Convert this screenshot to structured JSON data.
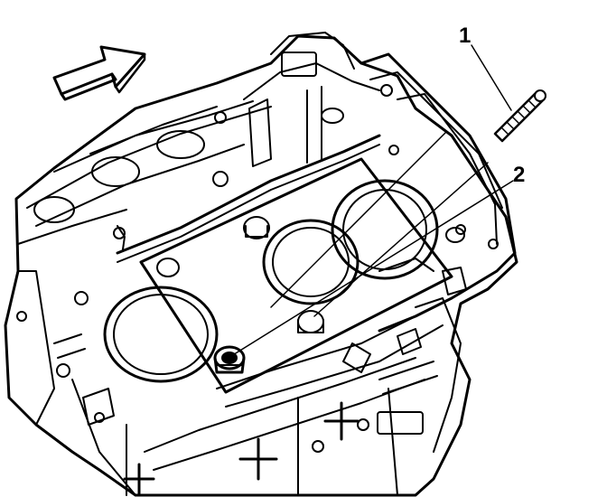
{
  "figure": {
    "callouts": [
      {
        "label": "1",
        "part": "dowel-pin-guide-tool"
      },
      {
        "label": "2",
        "part": "cylinder-head-bolt"
      }
    ],
    "direction_arrow": "arrow-right-icon"
  },
  "colors": {
    "ink": "#000000",
    "paper": "#ffffff"
  }
}
